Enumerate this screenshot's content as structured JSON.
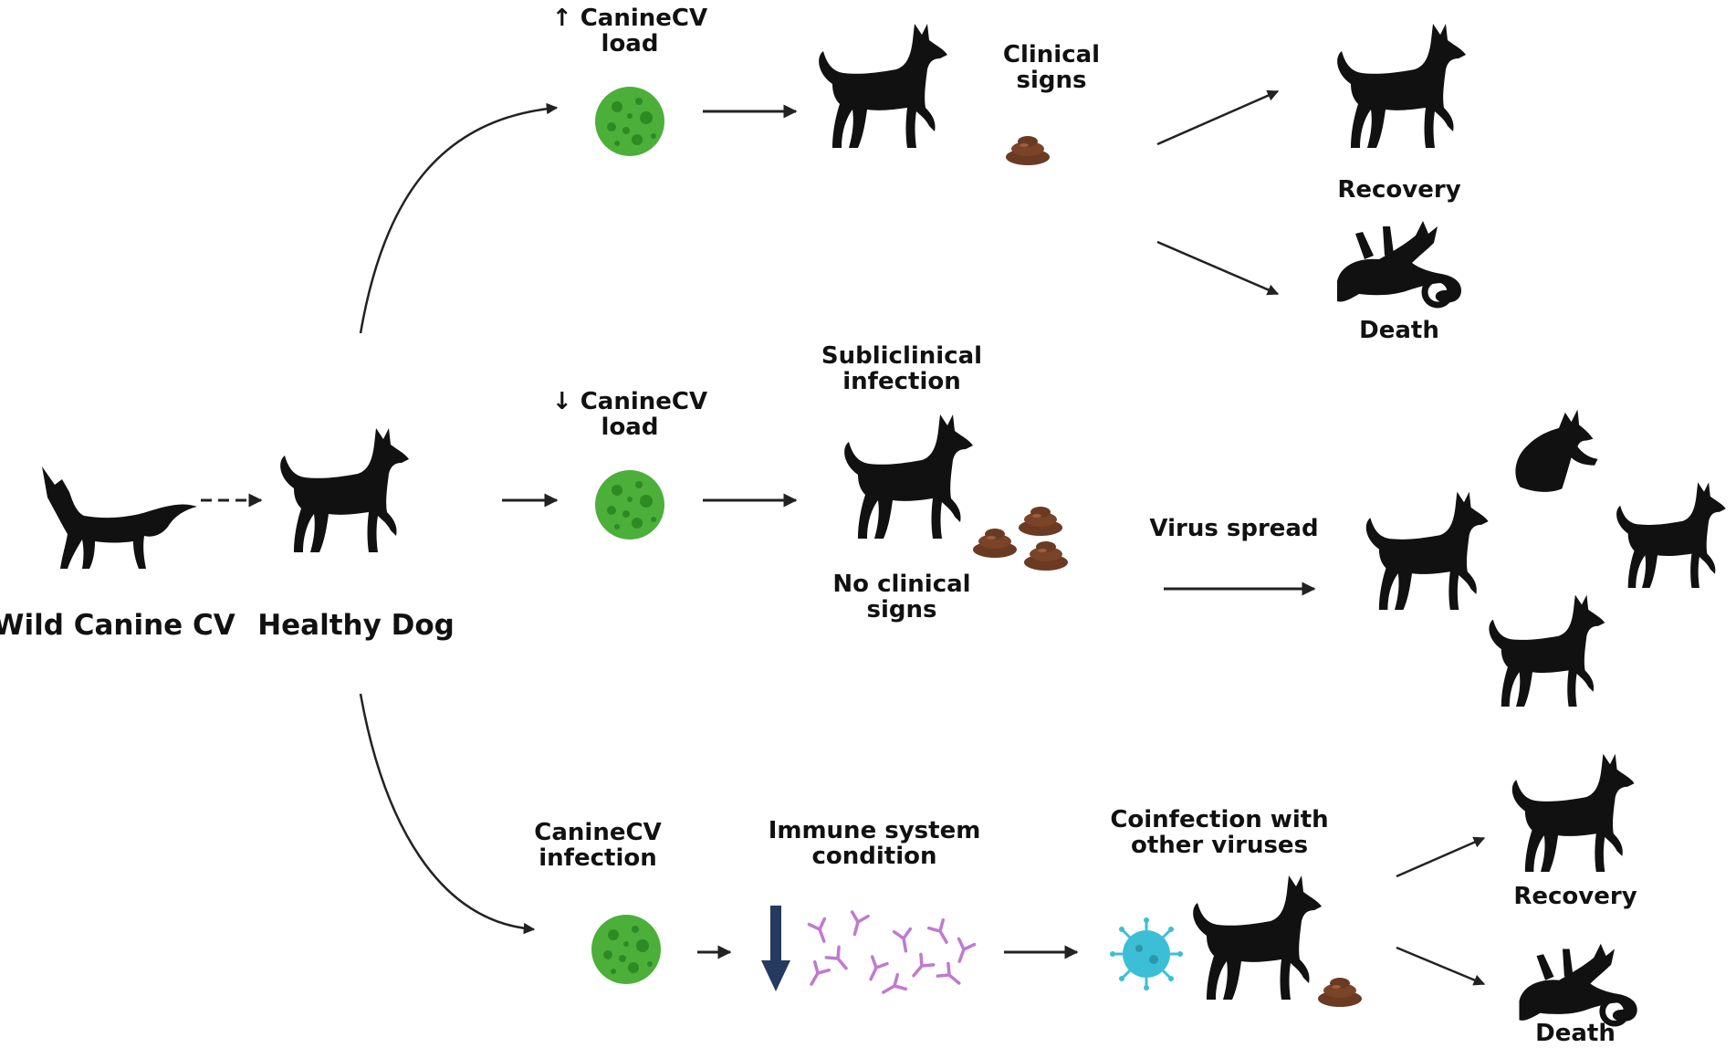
{
  "labels": {
    "wild": "Wild Canine CV",
    "healthy": "Healthy Dog",
    "top_load_1": "↑ CanineCV",
    "top_load_2": "load",
    "clinical_1": "Clinical",
    "clinical_2": "signs",
    "recovery_top": "Recovery",
    "death_top": "Death",
    "mid_load_1": "↓ CanineCV",
    "mid_load_2": "load",
    "subclinical_1": "Subliclinical",
    "subclinical_2": "infection",
    "no_signs_1": "No clinical",
    "no_signs_2": "signs",
    "virus_spread": "Virus spread",
    "bottom_infection_1": "CanineCV",
    "bottom_infection_2": "infection",
    "immune_1": "Immune system",
    "immune_2": "condition",
    "coinfection_1": "Coinfection with",
    "coinfection_2": "other viruses",
    "recovery_bottom": "Recovery",
    "death_bottom": "Death"
  },
  "colors": {
    "virus_green": "#4caf3a",
    "virus_green_dark": "#2e8a23",
    "silhouette": "#111111",
    "feces": "#6b3a22",
    "antibody": "#c07ad0",
    "immune_arrow": "#26395f",
    "coinfection_virus": "#3cbfd6"
  }
}
